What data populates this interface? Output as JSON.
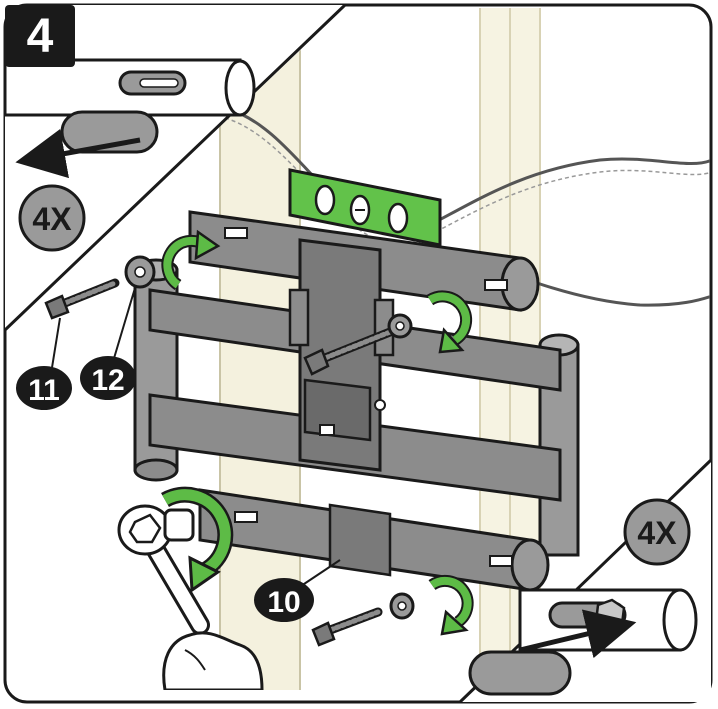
{
  "step": {
    "number": "4"
  },
  "callouts": {
    "top_left_multiplier": "4X",
    "bottom_right_multiplier": "4X"
  },
  "parts": [
    {
      "id": "11"
    },
    {
      "id": "12"
    },
    {
      "id": "10"
    }
  ],
  "colors": {
    "outline": "#1a1a1a",
    "accent_green": "#5dbb46",
    "mount_gray": "#8c8c8c",
    "mount_dark": "#5e5e5e",
    "wall_cream": "#f4f1de",
    "badge_gray": "#9a9a9a",
    "level_green": "#62c24a"
  }
}
